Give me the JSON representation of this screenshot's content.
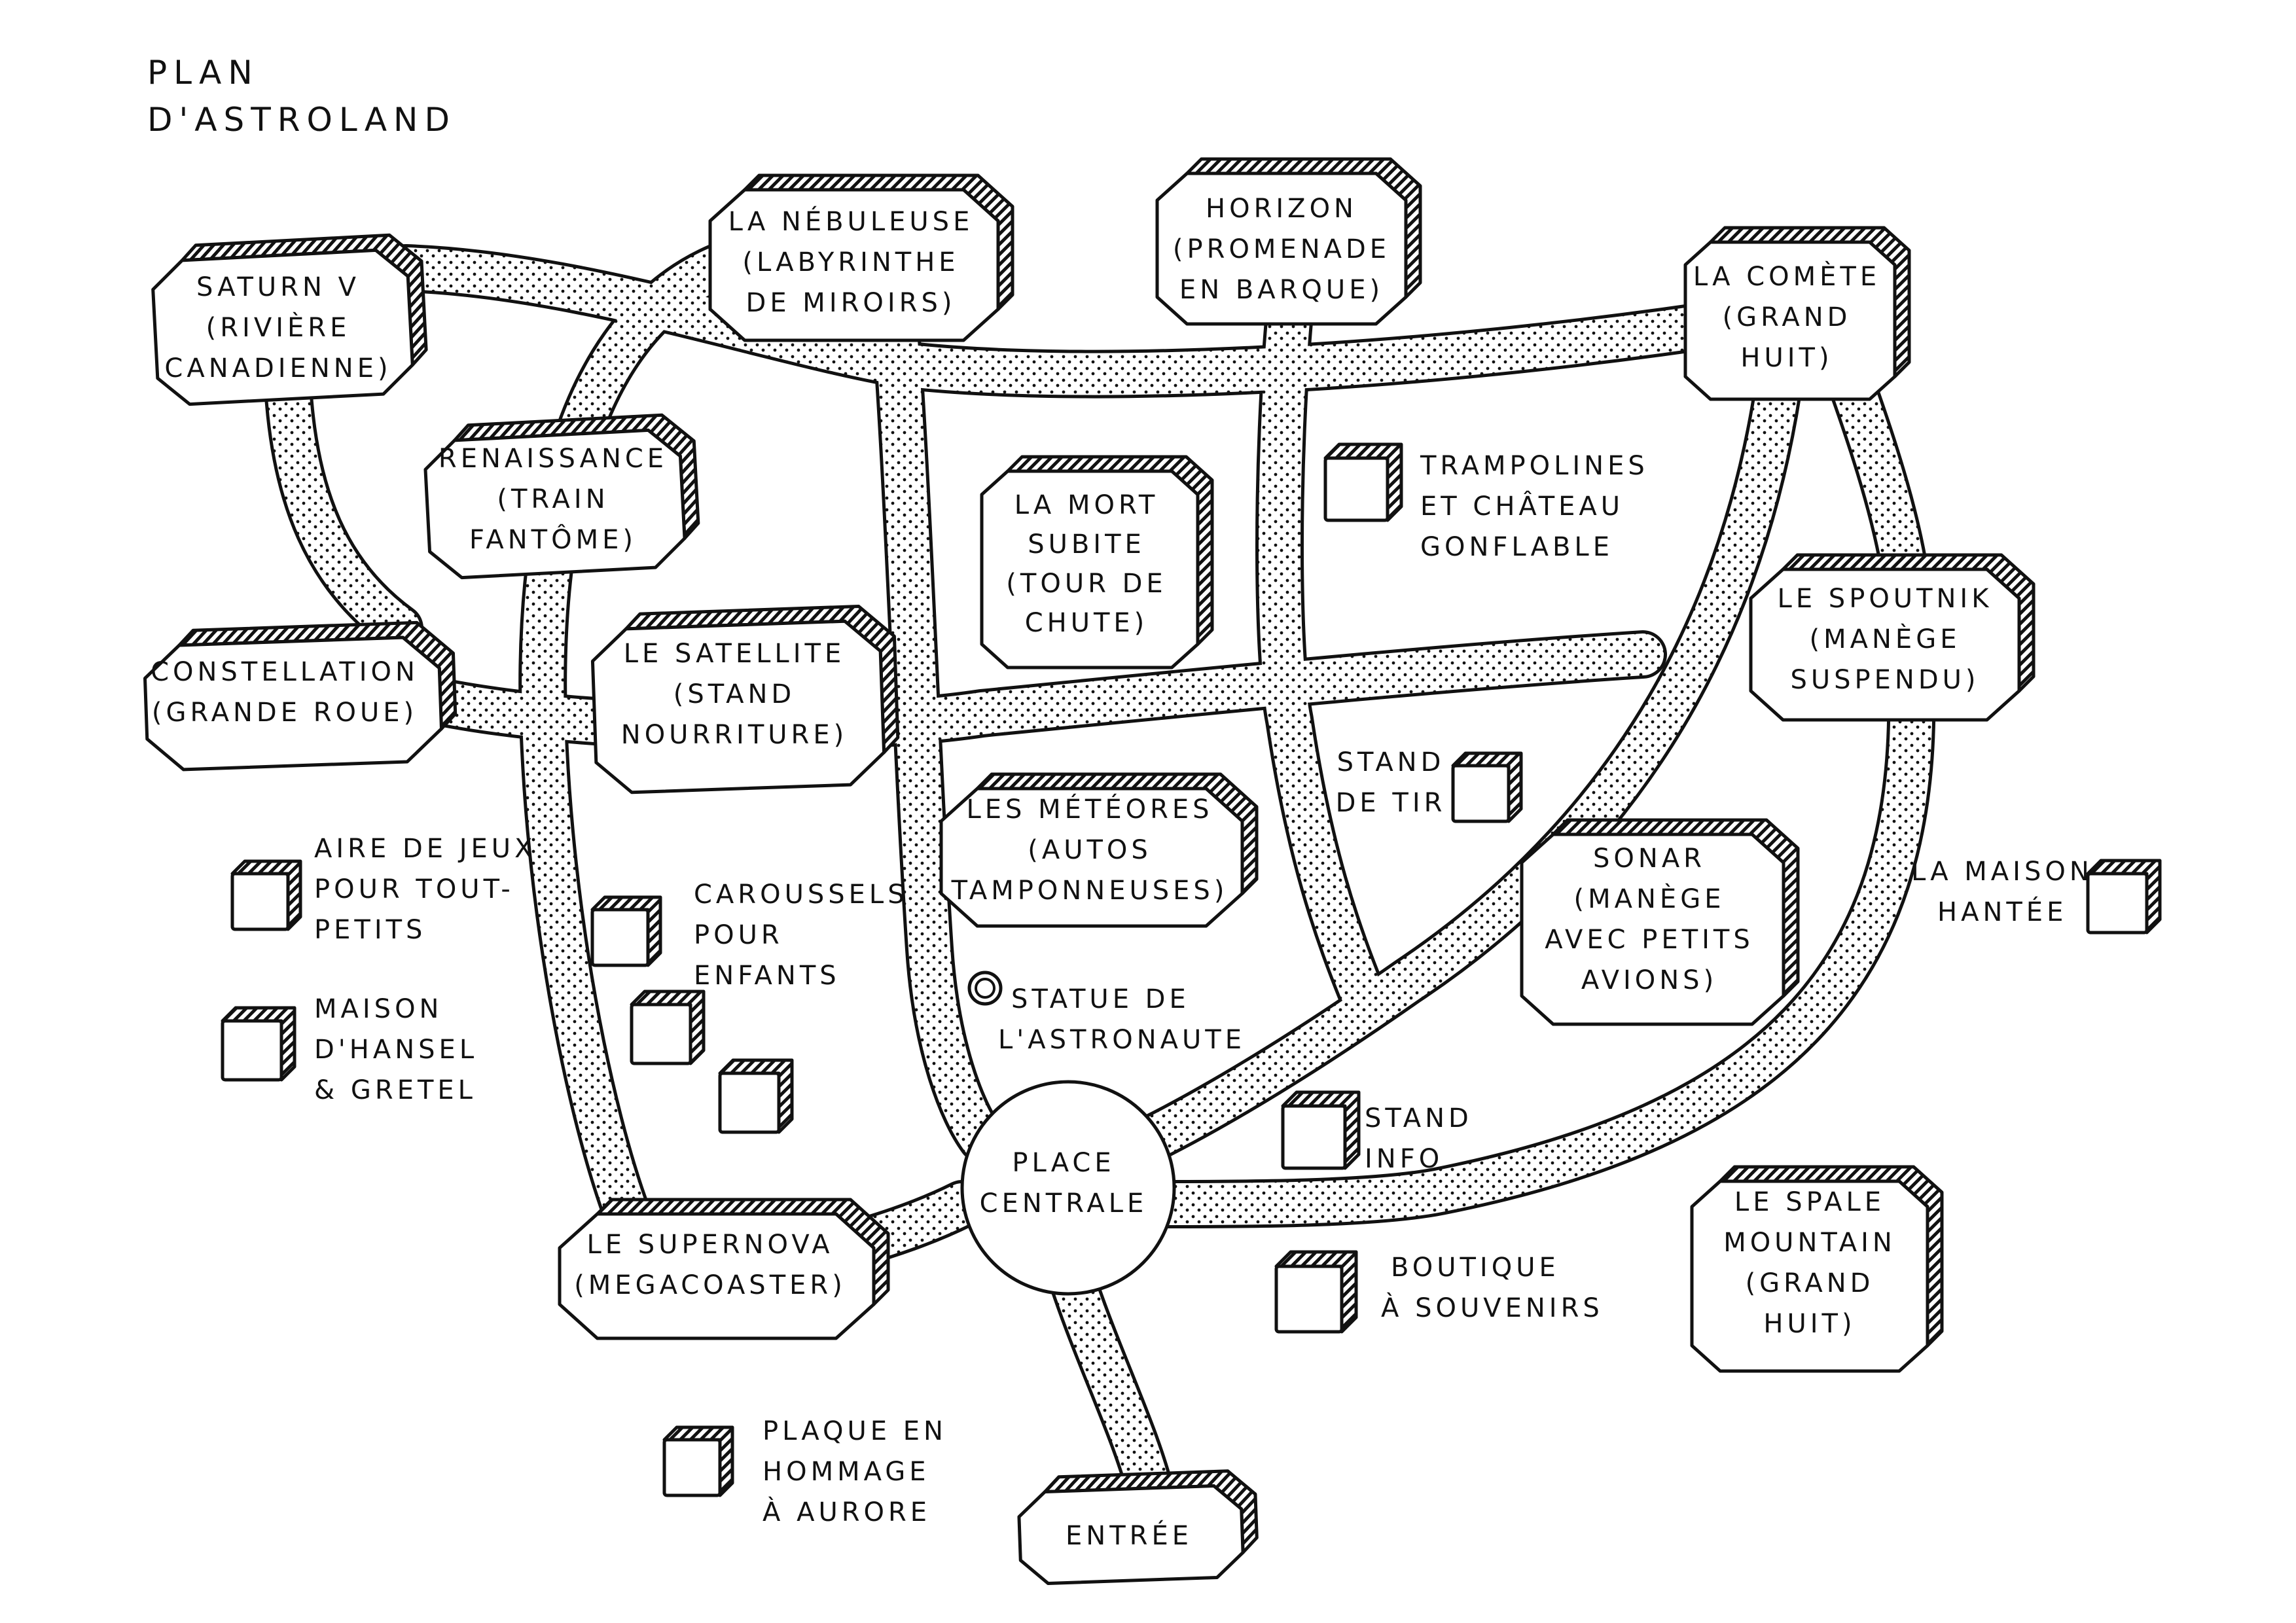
{
  "title": {
    "line1": "PLAN",
    "line2": "D'ASTROLAND"
  },
  "colors": {
    "ink": "#111111",
    "paper": "#ffffff"
  },
  "attractions": {
    "saturn_v": [
      "SATURN V",
      "(RIVIÈRE",
      "CANADIENNE)"
    ],
    "nebuleuse": [
      "LA NÉBULEUSE",
      "(LABYRINTHE",
      "DE MIROIRS)"
    ],
    "horizon": [
      "HORIZON",
      "(PROMENADE",
      "EN BARQUE)"
    ],
    "comete": [
      "LA COMÈTE",
      "(GRAND",
      "HUIT)"
    ],
    "renaissance": [
      "RENAISSANCE",
      "(TRAIN",
      "FANTÔME)"
    ],
    "mort_subite": [
      "LA MORT",
      "SUBITE",
      "(TOUR DE",
      "CHUTE)"
    ],
    "spoutnik": [
      "LE SPOUTNIK",
      "(MANÈGE",
      "SUSPENDU)"
    ],
    "constellation": [
      "CONSTELLATION",
      "(GRANDE ROUE)"
    ],
    "satellite": [
      "LE SATELLITE",
      "(STAND",
      "NOURRITURE)"
    ],
    "meteores": [
      "LES MÉTÉORES",
      "(AUTOS",
      "TAMPONNEUSES)"
    ],
    "sonar": [
      "SONAR",
      "(MANÈGE",
      "AVEC PETITS",
      "AVIONS)"
    ],
    "spale_mountain": [
      "LE SPALE",
      "MOUNTAIN",
      "(GRAND",
      "HUIT)"
    ],
    "supernova": [
      "LE SUPERNOVA",
      "(MEGACOASTER)"
    ],
    "place_centrale": [
      "PLACE",
      "CENTRALE"
    ],
    "entree": [
      "ENTRÉE"
    ]
  },
  "facilities": {
    "trampolines": [
      "TRAMPOLINES",
      "ET CHÂTEAU",
      "GONFLABLE"
    ],
    "stand_tir": [
      "STAND",
      "DE TIR"
    ],
    "aire_de_jeux": [
      "AIRE DE JEUX",
      "POUR TOUT-",
      "PETITS"
    ],
    "maison_hansel": [
      "MAISON",
      "D'HANSEL",
      "& GRETEL"
    ],
    "caroussels": [
      "CAROUSSELS",
      "POUR",
      "ENFANTS"
    ],
    "statue": [
      "STATUE DE",
      "L'ASTRONAUTE"
    ],
    "maison_hantee": [
      "LA MAISON",
      "HANTÉE"
    ],
    "stand_info": [
      "STAND",
      "INFO"
    ],
    "boutique": [
      "BOUTIQUE",
      "À SOUVENIRS"
    ],
    "plaque": [
      "PLAQUE EN",
      "HOMMAGE",
      "À AURORE"
    ]
  }
}
